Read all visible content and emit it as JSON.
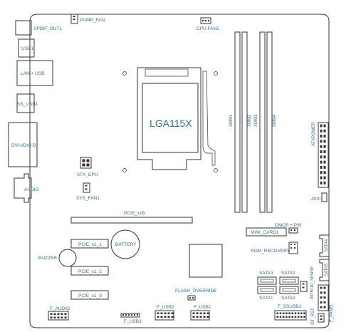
{
  "labels": {
    "spdif_out1": "SPDIF_OUT1",
    "pump_fan": "PUMP_FAN",
    "cpu_fan1": "CPU FAN1",
    "usb1": "USB1",
    "lan_usb": "LAN + USB",
    "ss_usb1": "SS_USB1",
    "dvi": "DVI-I/DVI-D",
    "audio": "AUDIO",
    "socket": "LGA115X",
    "xmm1": "XMM1",
    "xmm2": "XMM2",
    "xmm3": "XMM3",
    "xmm4": "XMM4",
    "atxpower": "ATXPOWER",
    "atx_cpu": "ATX_CPU",
    "sys_fan1": "SYS_FAN1",
    "j100": "J100",
    "pcie_x16": "PCIE_x16",
    "cmos_pw": "CMOS + PW",
    "mini_card1": "MINI_CARD1",
    "sata4": "SATA4",
    "rom_recovery": "ROM_RECOVERY",
    "pcie_x1_1": "PCIE_x1_1",
    "battery": "BATTERY",
    "buzzer": "BUZZER",
    "pcie_x1_2": "PCIE_x1_2",
    "sata5": "SATA5",
    "intrud_sense": "INTRUD_SENSE",
    "sata3": "SATA3",
    "sata2": "SATA2",
    "sata1": "SATA1",
    "sata0": "SATA0",
    "pcie_x1_3": "PCIE_x1_3",
    "flash_override": "FLASH_OVERRIDE",
    "f_panel": "F_PANEL",
    "ot_rst": "OT_RST",
    "f_audio": "F_AUDIO",
    "f_usb2": "F_USB2",
    "f_usb1": "F_USB1",
    "f_ssusb1": "F_SSUSB1",
    "f_usb3": "F_USB3"
  }
}
